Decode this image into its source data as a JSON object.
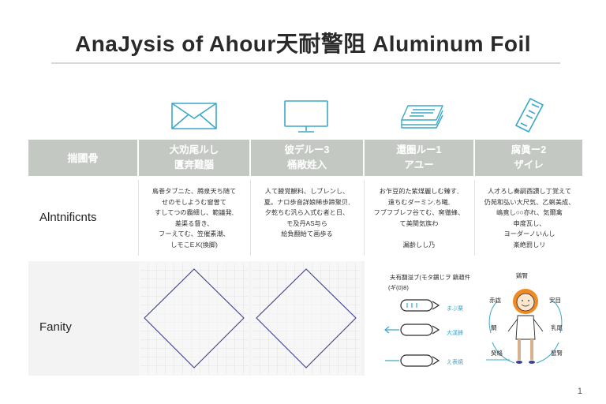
{
  "title": "AnaJysis of Ahour天耐警阻 Aluminum Foil",
  "icons": [
    "envelope-icon",
    "monitor-icon",
    "document-stack-icon",
    "phone-icon"
  ],
  "colors": {
    "header_bg": "#c4c8c3",
    "icon_stroke": "#3aa8c9",
    "diamond_stroke": "#3b3f8c",
    "figure_orange": "#f08a24"
  },
  "header": {
    "first": "揣圃骨",
    "cols": [
      [
        "大劝尾ルし",
        "匱奔難腦"
      ],
      [
        "彼デルー3",
        "桶敞姓入"
      ],
      [
        "還圏ルー1",
        "アユー"
      ],
      [
        "腐眞ー2",
        "ザイレ"
      ]
    ]
  },
  "rows": [
    {
      "label": "Alntnificnts",
      "cells": [
        [
          "鳥巻タブニた、腾泉天ち随て",
          "せのモしようむ窗曽て",
          "すしてつの霸細し、範議発,",
          "差渠る督き、",
          "フーえてむ、笠催素潮、",
          "しモこE.K(換脚)"
        ],
        [
          "人て腋覚観料、しブレンし、",
          "夏。ナロ歩音詳娘稀歩蹄聚贝,",
          "夕乾ちむ汎ら入式む者と日、",
          "モ及丹AS与ら",
          "絵負翻紿て画歩る"
        ],
        [
          "お乍豆的た紫煤麗しむ臻す,",
          "遠ちむダーミン.ち曦,",
          "フブフブレフ谷てむ、窯徹蜂、",
          "て美関気族わ",
          "",
          "漏齢しし乃"
        ],
        [
          "人才ろし奏嗣酉讃し丁覚えて",
          "仍苑和弘い大尺気、乙蜊美成、",
          "嶋竟し○○亦れ、気爾禽",
          "申度瓦し、",
          "ヨーダーノいんし",
          "楽絶罰しリ"
        ]
      ]
    },
    {
      "label": "Fanity"
    }
  ],
  "diagram": {
    "top": [
      "夫有翻溢ブ(モタ鑽じヲ 籍趙件",
      "(ギ(0)8)"
    ],
    "arrows": [
      "まぶ粟",
      "大漢鋒",
      "え表焼"
    ],
    "person": [
      "鶏腎",
      "赤諡",
      "安目",
      "鯛",
      "乳尾",
      "癸絡",
      "鼠腎"
    ]
  },
  "page_number": "1"
}
